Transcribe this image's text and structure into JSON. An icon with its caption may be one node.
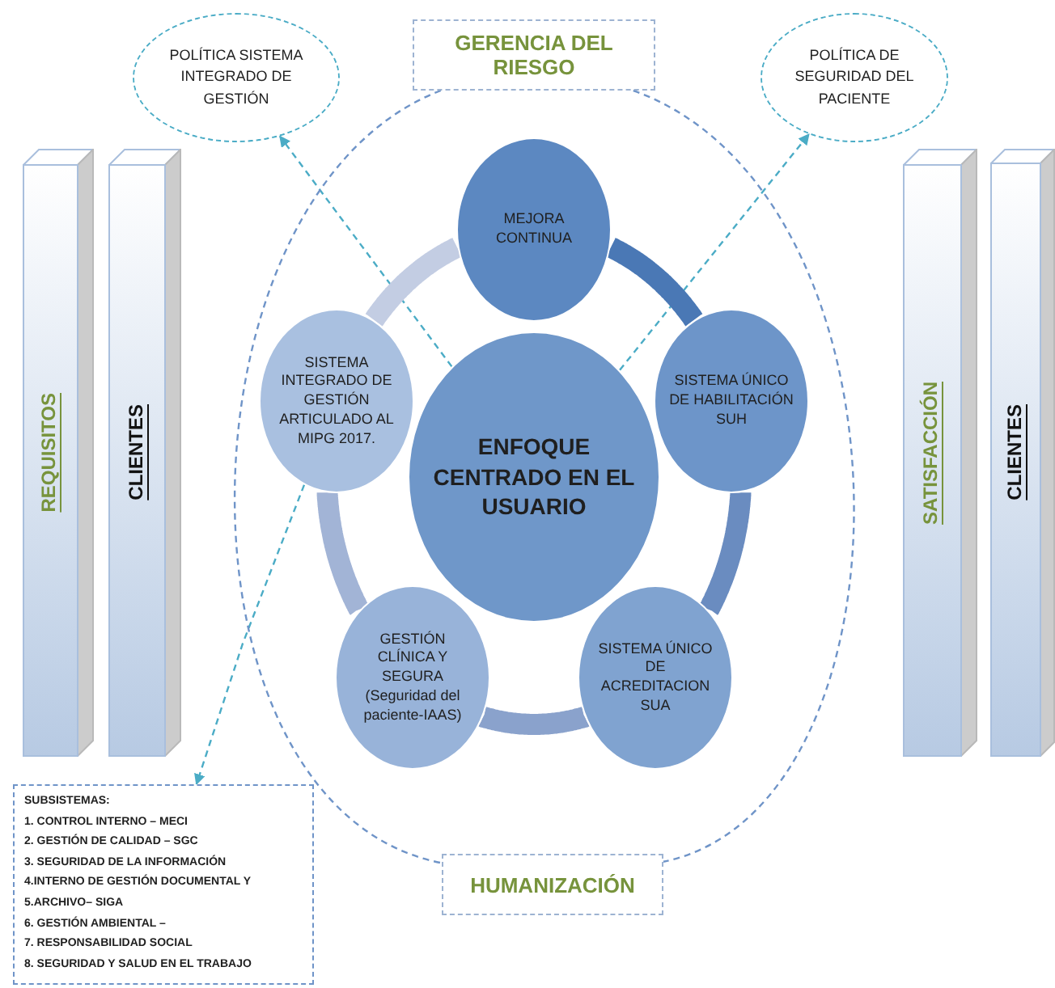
{
  "diagram": {
    "nodes": [
      {
        "text": [
          "POLÍTICA SISTEMA INTEGRADO DE GESTIÓN"
        ]
      },
      {
        "text": [
          "GERENCIA DEL RIESGO"
        ]
      },
      {
        "text": [
          "POLÍTICA DE SEGURIDAD DEL PACIENTE"
        ]
      },
      {
        "text": [
          "REQUISITOS"
        ]
      },
      {
        "text": [
          "CLIENTES"
        ]
      },
      {
        "text": [
          "MEJORA CONTINUA"
        ]
      },
      {
        "text": [
          "SISTEMA INTEGRADO DE GESTIÓN ARTICULADO AL MIPG 2017."
        ]
      },
      {
        "text": [
          "ENFOQUE CENTRADO EN EL USUARIO"
        ]
      },
      {
        "text": [
          "SISTEMA ÚNICO DE HABILITACIÓN SUH"
        ]
      },
      {
        "text": [
          "SATISFACCIÓN"
        ]
      },
      {
        "text": [
          "CLIENTES"
        ]
      },
      {
        "text": [
          "GESTIÓN CLÍNICA Y SEGURA (Seguridad del paciente-IAAS)"
        ]
      },
      {
        "text": [
          "SISTEMA ÚNICO DE ACREDITACION SUA"
        ]
      },
      {
        "text": [
          "SUBSISTEMAS:",
          "1. CONTROL INTERNO – MECI",
          "2. GESTIÓN DE CALIDAD – SGC",
          "3. SEGURIDAD DE LA INFORMACIÓN",
          "4.INTERNO DE GESTIÓN DOCUMENTAL Y",
          "5.ARCHIVO– SIGA",
          "6. GESTIÓN AMBIENTAL –",
          "7. RESPONSABILIDAD SOCIAL",
          "8. SEGURIDAD Y SALUD EN EL TRABAJO"
        ]
      },
      {
        "text": [
          "HUMANIZACIÓN"
        ]
      }
    ],
    "edges": [
      {
        "from": 7,
        "to": 0,
        "arrow": "to",
        "style": "dashed",
        "color": "#4bacc6"
      },
      {
        "from": 7,
        "to": 2,
        "arrow": "to",
        "style": "dashed",
        "color": "#4bacc6"
      },
      {
        "from": 6,
        "to": 13,
        "arrow": "to",
        "style": "dashed",
        "color": "#4bacc6"
      },
      {
        "from": 1,
        "to": 14,
        "arrow": "none",
        "style": "dashed",
        "color": "#6f94c8"
      },
      {
        "from": 1,
        "to": 14,
        "arrow": "none",
        "style": "dashed",
        "color": "#6f94c8"
      },
      {
        "from": 5,
        "to": 8,
        "arrow": "none",
        "style": "thick",
        "color": "#4a78b5"
      },
      {
        "from": 8,
        "to": 12,
        "arrow": "none",
        "style": "thick",
        "color": "#6a8cc0"
      },
      {
        "from": 12,
        "to": 11,
        "arrow": "none",
        "style": "thick",
        "color": "#8aa2cc"
      },
      {
        "from": 11,
        "to": 6,
        "arrow": "none",
        "style": "thick",
        "color": "#a2b4d6"
      },
      {
        "from": 6,
        "to": 5,
        "arrow": "none",
        "style": "thick",
        "color": "#c3cde3"
      }
    ]
  }
}
